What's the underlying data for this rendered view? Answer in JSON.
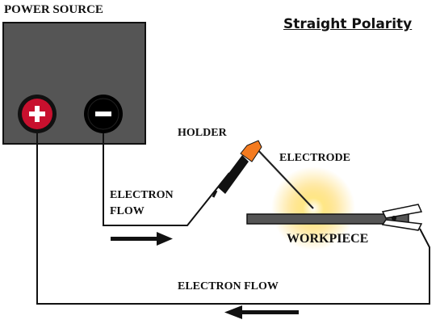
{
  "title": "Straight Polarity",
  "labels": {
    "power_source": "POWER SOURCE",
    "holder": "HOLDER",
    "electrode": "ELECTRODE",
    "electron_flow_top": [
      "ELECTRON",
      "FLOW"
    ],
    "workpiece": "WORKPIECE",
    "electron_flow_bottom": "ELECTRON FLOW"
  },
  "terminals": {
    "positive": {
      "symbol": "+",
      "color": "#c8102e"
    },
    "negative": {
      "symbol": "−",
      "color": "#000000"
    }
  },
  "colors": {
    "power_source_box": "#555555",
    "holder_tip": "#f47b20",
    "arc_glow": "#ffd24a",
    "workpiece": "#555555"
  }
}
